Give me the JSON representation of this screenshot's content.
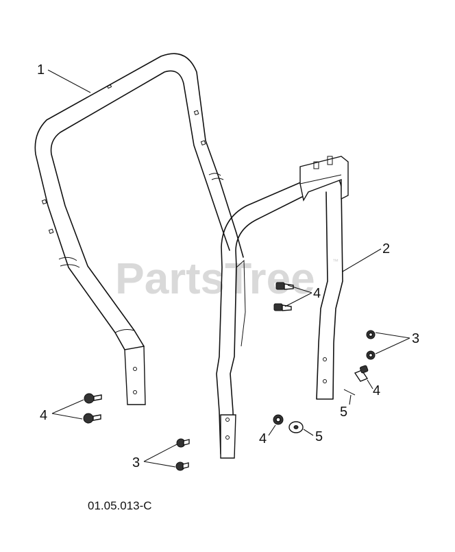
{
  "watermark": {
    "text": "PartsTree",
    "mark": "™"
  },
  "diagram_code": "01.05.013-C",
  "callouts": {
    "c1": "1",
    "c2": "2",
    "c3_right": "3",
    "c4_center": "4",
    "c4_right": "4",
    "c5_right": "5",
    "c4_left": "4",
    "c4_bottom": "4",
    "c5_bottom": "5",
    "c3_bottom": "3"
  }
}
